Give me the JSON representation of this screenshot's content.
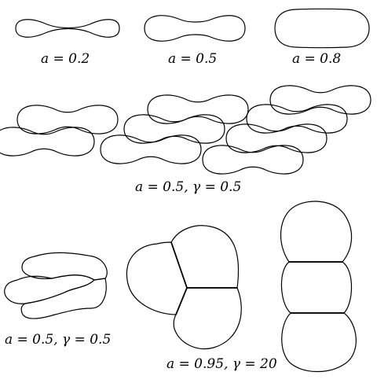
{
  "captions": {
    "single_a02": "a = 0.2",
    "single_a05": "a = 0.5",
    "single_a08": "a = 0.8",
    "chains": "a = 0.5, γ = 0.5",
    "cluster_small": "a = 0.5, γ = 0.5",
    "clusters_large": "a = 0.95, γ = 20"
  }
}
